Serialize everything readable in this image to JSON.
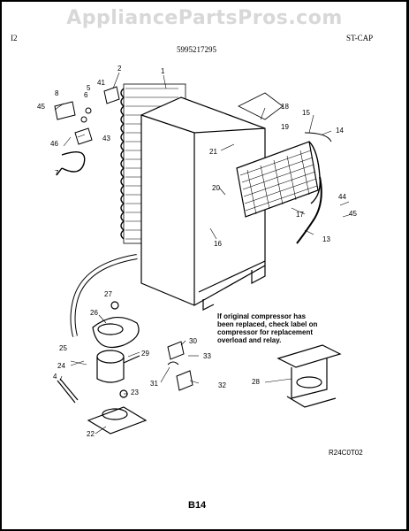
{
  "header": {
    "watermark": "AppliancePartsPros.com",
    "left_code": "I2",
    "model": "5995217295",
    "right_code": "ST-CAP"
  },
  "note": {
    "line1": "If original compressor has",
    "line2": "been replaced, check label on",
    "line3": "compressor for replacement",
    "line4": "overload and relay."
  },
  "diagram_code": "R24C0T02",
  "page_number": "B14",
  "callouts": [
    "1",
    "2",
    "4",
    "5",
    "6",
    "7",
    "8",
    "13",
    "14",
    "15",
    "16",
    "17",
    "18",
    "19",
    "20",
    "21",
    "22",
    "23",
    "24",
    "25",
    "26",
    "27",
    "28",
    "29",
    "30",
    "31",
    "32",
    "33",
    "41",
    "43",
    "44",
    "45",
    "45",
    "46"
  ]
}
